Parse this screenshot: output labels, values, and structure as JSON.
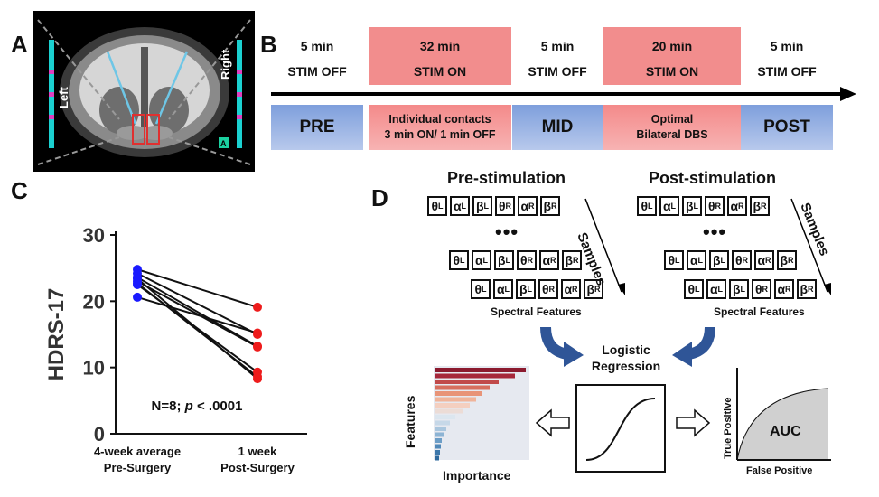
{
  "panel_a": {
    "letter": "A",
    "left_label": "Left",
    "right_label": "Right",
    "marker": "A"
  },
  "panel_b": {
    "letter": "B",
    "phases": [
      {
        "duration": "5 min",
        "state": "STIM OFF",
        "box_label": "PRE",
        "stim": false
      },
      {
        "duration": "32 min",
        "state": "STIM ON",
        "box_label": "Individual contacts\n3 min ON/ 1 min OFF",
        "stim": true
      },
      {
        "duration": "5 min",
        "state": "STIM OFF",
        "box_label": "MID",
        "stim": false
      },
      {
        "duration": "20 min",
        "state": "STIM ON",
        "box_label": "Optimal\nBilateral DBS",
        "stim": true
      },
      {
        "duration": "5 min",
        "state": "STIM OFF",
        "box_label": "POST",
        "stim": false
      }
    ]
  },
  "panel_c": {
    "letter": "C",
    "chart_data": {
      "type": "scatter",
      "ylabel": "HDRS-17",
      "categories": [
        "4-week average\nPre-Surgery",
        "1 week\nPost-Surgery"
      ],
      "ylim": [
        0,
        30
      ],
      "yticks": [
        0,
        10,
        20,
        30
      ],
      "pairs": [
        [
          24.8,
          19.1
        ],
        [
          24.2,
          15.0
        ],
        [
          23.6,
          13.2
        ],
        [
          23.4,
          8.3
        ],
        [
          23.0,
          13.1
        ],
        [
          22.7,
          8.6
        ],
        [
          22.5,
          9.3
        ],
        [
          20.6,
          15.2
        ]
      ],
      "annotation": "N=8; p < .0001",
      "colors": {
        "pre": "#1a1aff",
        "post": "#ee1c1c"
      }
    }
  },
  "panel_d": {
    "letter": "D",
    "pre_title": "Pre-stimulation",
    "post_title": "Post-stimulation",
    "samples_label": "Samples",
    "spectral_label": "Spectral Features",
    "dots": "•••",
    "features": [
      {
        "sym": "θ",
        "sub": "L"
      },
      {
        "sym": "α",
        "sub": "L"
      },
      {
        "sym": "β",
        "sub": "L"
      },
      {
        "sym": "θ",
        "sub": "R"
      },
      {
        "sym": "α",
        "sub": "R"
      },
      {
        "sym": "β",
        "sub": "R"
      }
    ],
    "logreg": "Logistic\nRegression",
    "features_axis": "Features",
    "importance_axis": "Importance",
    "true_positive": "True Positive",
    "false_positive": "False Positive",
    "auc": "AUC",
    "importance_values": [
      1.0,
      0.88,
      0.7,
      0.6,
      0.52,
      0.45,
      0.38,
      0.3,
      0.22,
      0.16,
      0.12,
      0.09,
      0.07,
      0.06,
      0.05,
      0.04
    ]
  }
}
